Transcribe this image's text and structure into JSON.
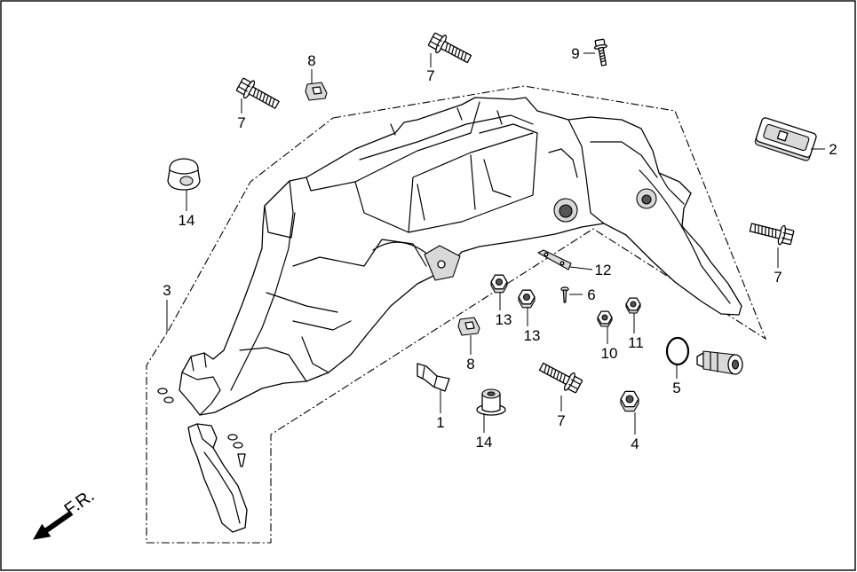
{
  "diagram": {
    "callouts": [
      "8",
      "7",
      "9",
      "7",
      "2",
      "14",
      "7",
      "3",
      "12",
      "6",
      "13",
      "13",
      "10",
      "11",
      "8",
      "5",
      "1",
      "14",
      "7",
      "4"
    ],
    "direction_label": "F.R."
  },
  "icons": {
    "direction": "front-direction-arrow"
  },
  "colors": {
    "line": "#000000",
    "background": "#ffffff",
    "part_fill": "#ffffff",
    "shade": "#d9d9d9"
  }
}
